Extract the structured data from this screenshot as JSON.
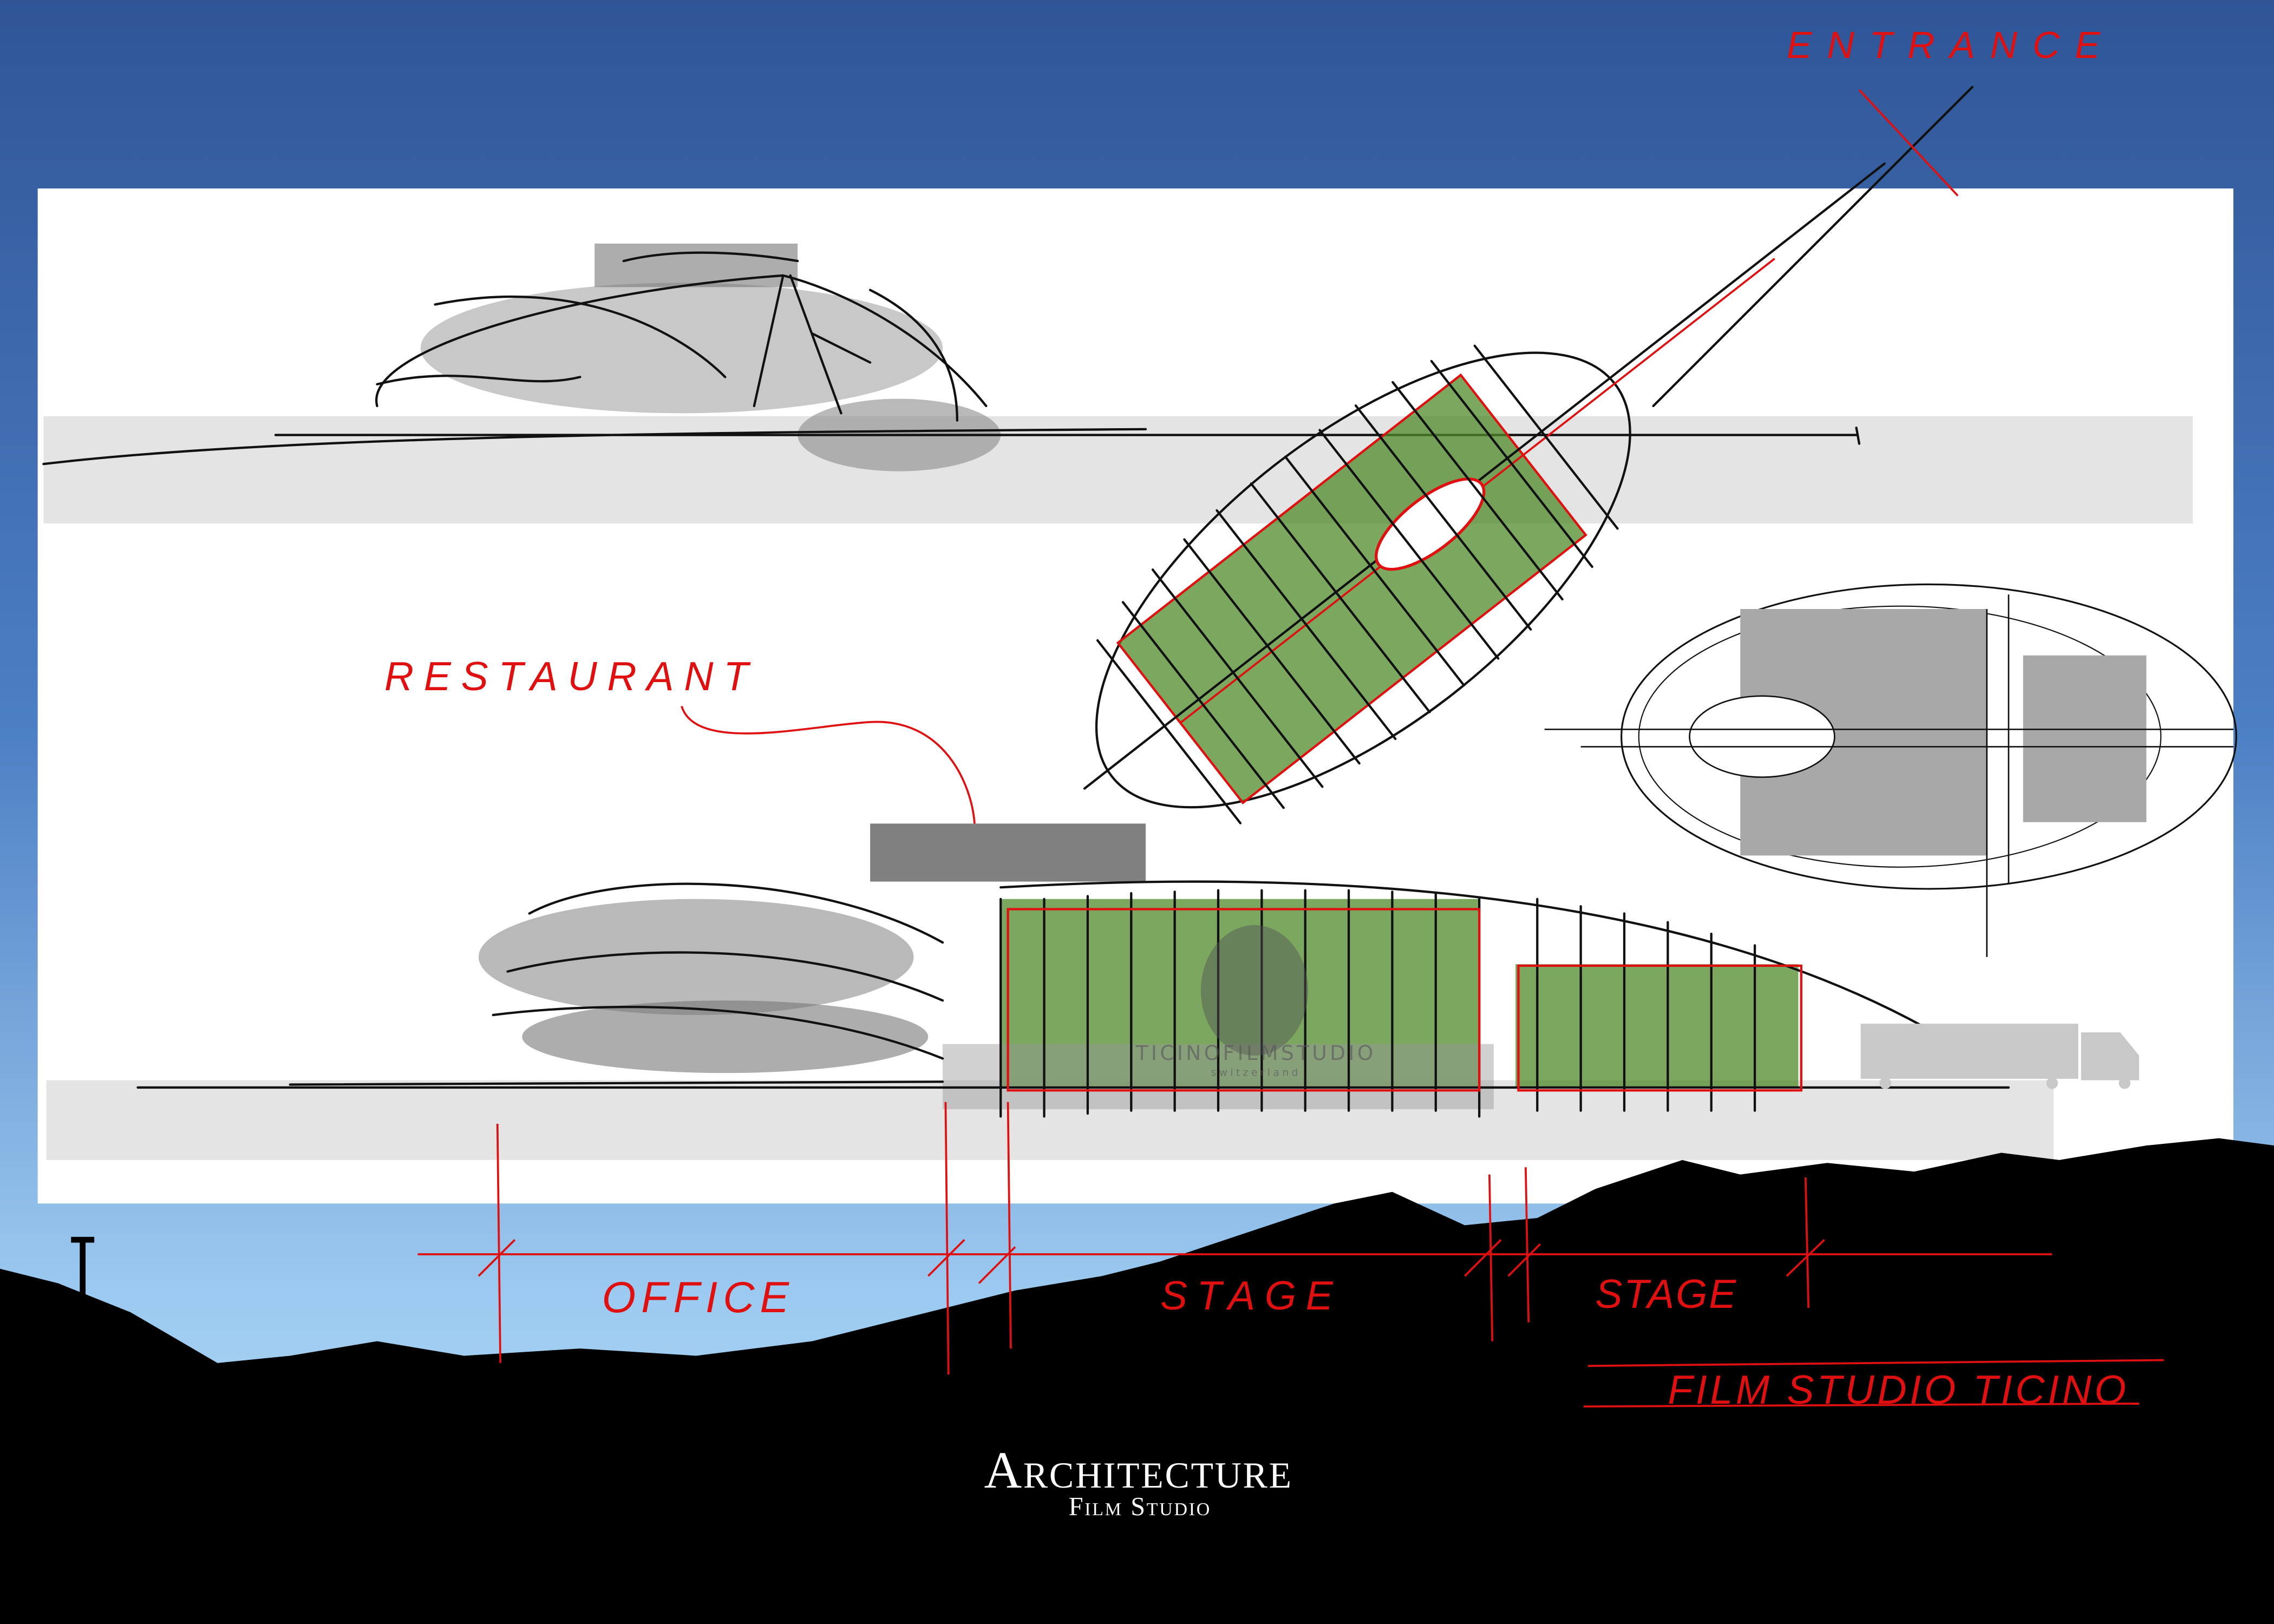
{
  "title": {
    "main": "Architecture",
    "sub": "Film Studio"
  },
  "annotations": {
    "entrance": "ENTRANCE",
    "restaurant": "RESTAURANT",
    "office": "OFFICE",
    "stage_1": "STAGE",
    "stage_2": "STAGE",
    "project_name": "FILM STUDIO TICINO"
  },
  "watermark": {
    "name": "TICINOFILMSTUDIO",
    "location": "switzerland"
  },
  "colors": {
    "sky_top": "#2f5597",
    "sky_bottom": "#9ccaf0",
    "sketch_red": "#e01010",
    "green": "#4f8a2a",
    "panel": "#ffffff"
  }
}
